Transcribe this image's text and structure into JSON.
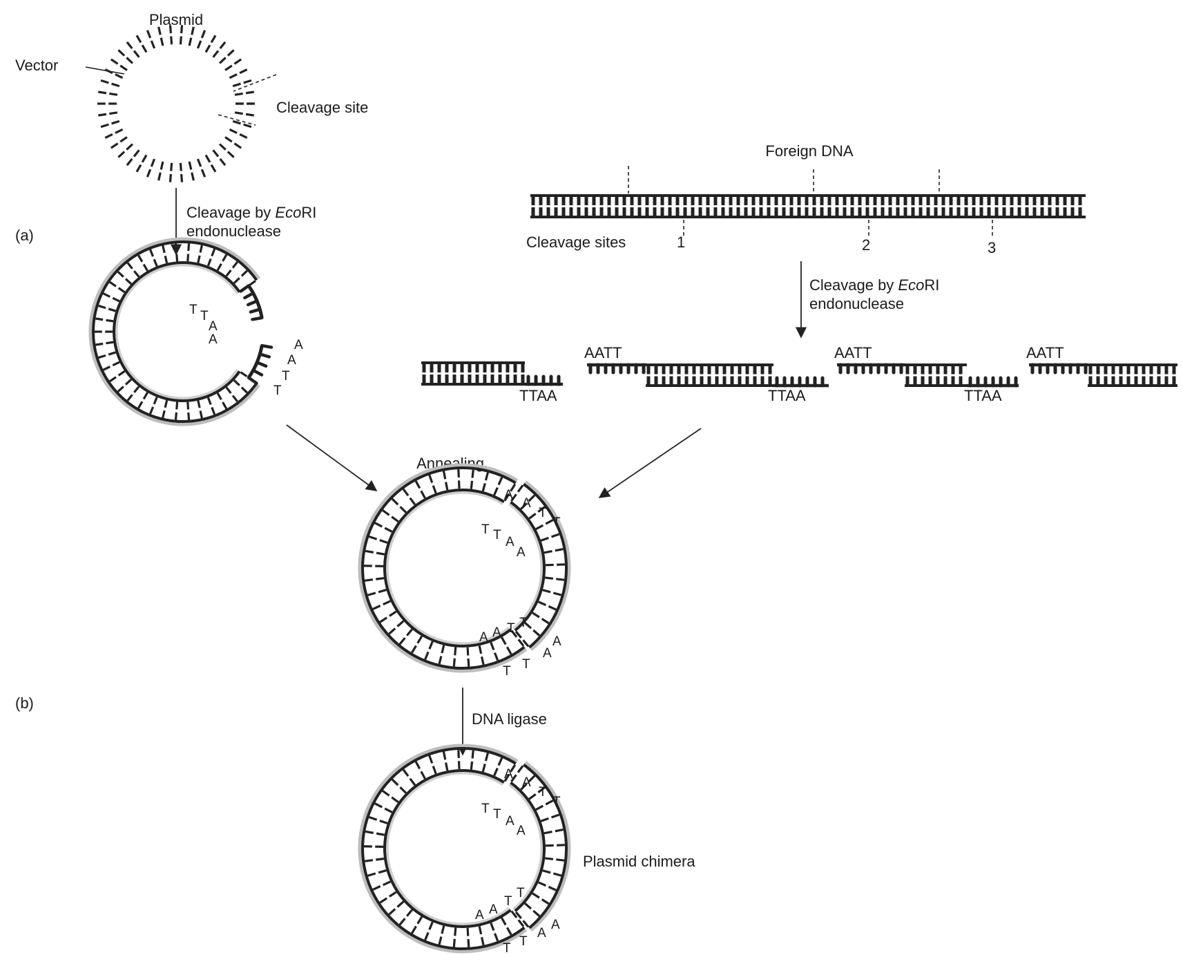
{
  "panels": {
    "a": "(a)",
    "b": "(b)"
  },
  "plasmid": {
    "title": "Plasmid",
    "vector_label": "Vector",
    "cleavage_site_label": "Cleavage site"
  },
  "step_plasmid_cleave": {
    "prefix": "Cleavage by ",
    "enzyme": "Eco",
    "enzyme_suffix": "RI",
    "line2": "endonuclease"
  },
  "foreign_dna": {
    "title": "Foreign DNA",
    "cleavage_sites_label": "Cleavage sites",
    "site_numbers": [
      "1",
      "2",
      "3"
    ]
  },
  "step_foreign_cleave": {
    "prefix": "Cleavage by ",
    "enzyme": "Eco",
    "enzyme_suffix": "RI",
    "line2": "endonuclease"
  },
  "sticky_ends": {
    "top": "AATT",
    "bottom": "TTAA"
  },
  "cut_plasmid_bases": {
    "upper": [
      "T",
      "T",
      "A",
      "A"
    ],
    "lower": [
      "A",
      "A",
      "T",
      "T"
    ]
  },
  "annealing": {
    "label": "Annealing",
    "top_outer": [
      "A",
      "A",
      "T",
      "T"
    ],
    "top_inner": [
      "T",
      "T",
      "A",
      "A"
    ],
    "bottom_inner": [
      "A",
      "A",
      "T",
      "T"
    ],
    "bottom_outer": [
      "T",
      "T",
      "A",
      "A"
    ]
  },
  "ligase": {
    "label": "DNA ligase"
  },
  "chimera": {
    "label": "Plasmid chimera",
    "top_outer": [
      "A",
      "A",
      "T",
      "T"
    ],
    "top_inner": [
      "T",
      "T",
      "A",
      "A"
    ],
    "bottom_inner": [
      "A",
      "A",
      "T",
      "T"
    ],
    "bottom_outer": [
      "T",
      "T",
      "A",
      "A"
    ]
  }
}
